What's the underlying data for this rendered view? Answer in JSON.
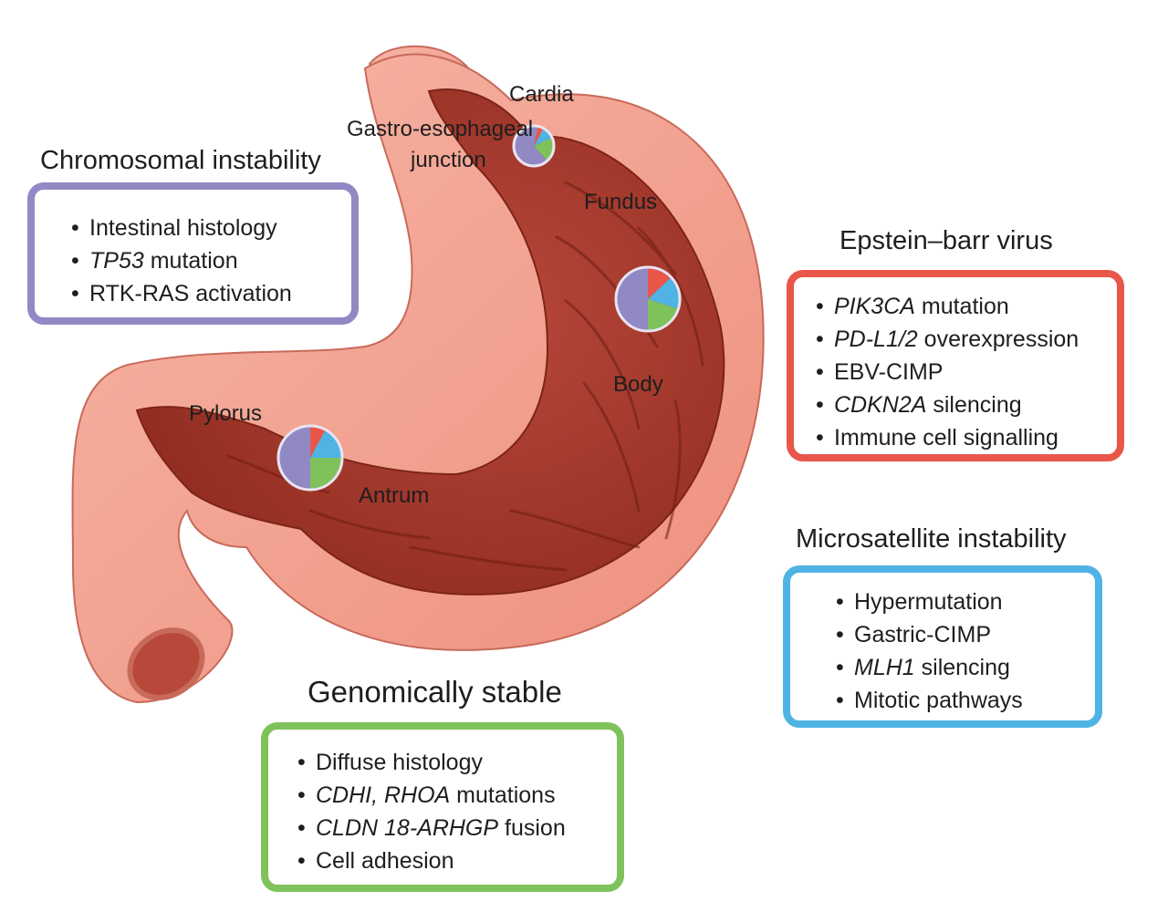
{
  "regions": {
    "cardia": "Cardia",
    "ge_junction_line1": "Gastro-esophageal",
    "ge_junction_line2": "junction",
    "fundus": "Fundus",
    "body": "Body",
    "pylorus": "Pylorus",
    "antrum": "Antrum"
  },
  "colors": {
    "chromosomal": "#9189c4",
    "ebv": "#e8574a",
    "msi": "#4fb3e3",
    "gs": "#7fc25c",
    "stomach_outer": "#f29d8c",
    "stomach_inner": "#a5372a"
  },
  "groups": {
    "chromosomal": {
      "title": "Chromosomal instability",
      "items": [
        {
          "italic": "",
          "text": "Intestinal histology"
        },
        {
          "italic": "TP53",
          "text": " mutation"
        },
        {
          "italic": "",
          "text": "RTK-RAS activation"
        }
      ]
    },
    "ebv": {
      "title": "Epstein–barr virus",
      "items": [
        {
          "italic": "PIK3CA",
          "text": " mutation"
        },
        {
          "italic": "PD-L1/2",
          "text": " overexpression"
        },
        {
          "italic": "",
          "text": "EBV-CIMP"
        },
        {
          "italic": "CDKN2A",
          "text": " silencing"
        },
        {
          "italic": "",
          "text": "Immune cell signalling"
        }
      ]
    },
    "msi": {
      "title": "Microsatellite instability",
      "items": [
        {
          "italic": "",
          "text": "Hypermutation"
        },
        {
          "italic": "",
          "text": "Gastric-CIMP"
        },
        {
          "italic": "MLH1",
          "text": " silencing"
        },
        {
          "italic": "",
          "text": "Mitotic pathways"
        }
      ]
    },
    "gs": {
      "title": "Genomically stable",
      "items": [
        {
          "italic": "",
          "text": "Diffuse histology"
        },
        {
          "italic": "CDHI, RHOA",
          "text": " mutations"
        },
        {
          "italic": "CLDN 18-ARHGP",
          "text": " fusion"
        },
        {
          "italic": "",
          "text": "Cell adhesion"
        }
      ]
    }
  },
  "pies": {
    "ge_junction": {
      "chromosomal": 0.65,
      "gs": 0.2,
      "msi": 0.1,
      "ebv": 0.05
    },
    "body": {
      "chromosomal": 0.5,
      "gs": 0.2,
      "msi": 0.17,
      "ebv": 0.13
    },
    "antrum": {
      "chromosomal": 0.5,
      "gs": 0.25,
      "msi": 0.17,
      "ebv": 0.08
    }
  }
}
